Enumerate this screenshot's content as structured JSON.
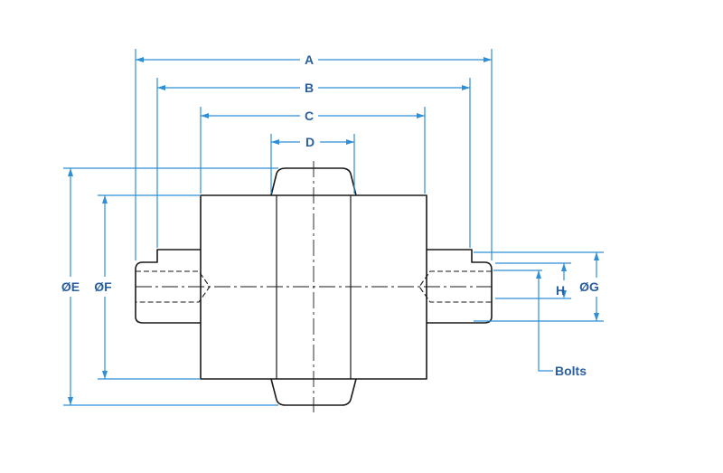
{
  "labels": {
    "A": "A",
    "B": "B",
    "C": "C",
    "D": "D",
    "E": "ØE",
    "F": "ØF",
    "G": "ØG",
    "H": "H",
    "bolts": "Bolts"
  },
  "colors": {
    "outline": "#1a1a1a",
    "dimension": "#2e8fd6",
    "label": "#2b5f9e",
    "background": "#ffffff"
  }
}
